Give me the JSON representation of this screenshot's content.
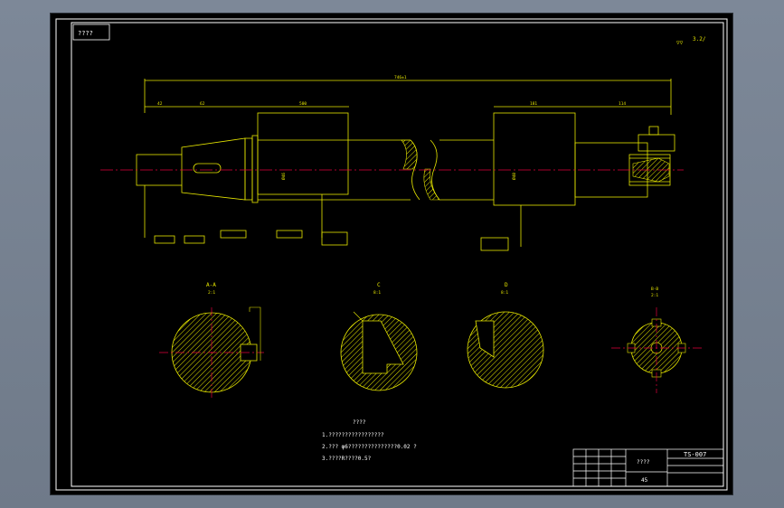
{
  "title_block": {
    "top_left_label": "????",
    "part_name": "????",
    "drawing_no": "TS-007",
    "material": "45"
  },
  "roughness_note": {
    "symbol": "▽▽",
    "value": "3.2/"
  },
  "dimensions": {
    "overall_length": "746±1",
    "left_segment": "42",
    "mid_left_segment": "62",
    "length_500": "500",
    "right_segment": "181",
    "tail_segment": "114",
    "dia_label_1": "Ø46",
    "dia_label_2": "Ø40"
  },
  "section_views": [
    {
      "id": "A-A",
      "scale": "2:1"
    },
    {
      "id": "C",
      "scale": "8:1"
    },
    {
      "id": "D",
      "scale": "8:1"
    },
    {
      "id": "B-B",
      "scale": "2:1"
    }
  ],
  "notes": {
    "heading": "????",
    "items": [
      "1.?????????????????",
      "2.??? φ6???????????????0.02   ?",
      "3.????R????0.5?"
    ]
  },
  "colors": {
    "background": "#000000",
    "line": "#e6e600",
    "center_line": "#e0003c",
    "hatch": "#e6e600",
    "frame": "#ffffff"
  }
}
